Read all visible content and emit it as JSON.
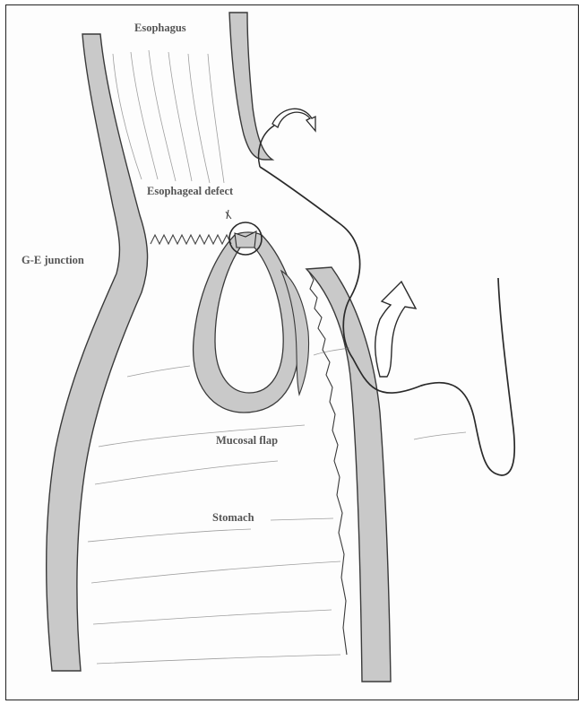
{
  "labels": {
    "esophagus": "Esophagus",
    "esophageal_defect": "Esophageal defect",
    "ge_junction": "G-E junction",
    "mucosal_flap": "Mucosal flap",
    "stomach": "Stomach"
  },
  "colors": {
    "wall_fill": "#c9c9c9",
    "ink": "#3a3a3a",
    "label": "#555555",
    "background": "#ffffff"
  }
}
